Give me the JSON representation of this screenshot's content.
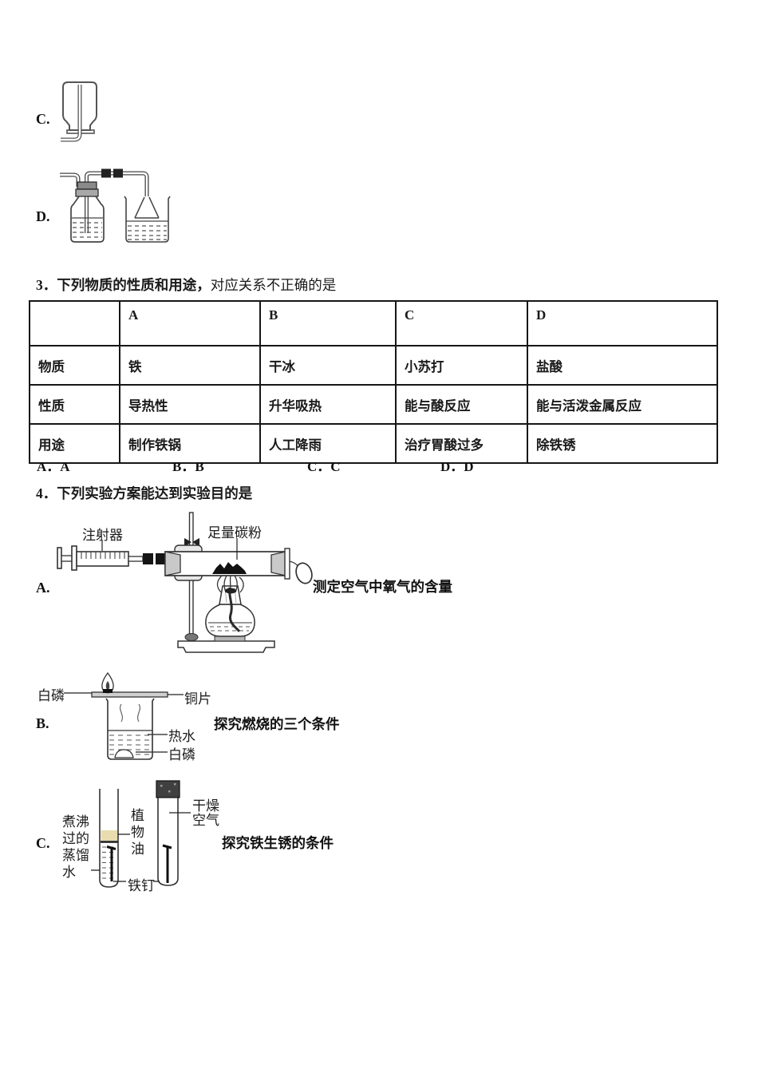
{
  "q2": {
    "option_c_label": "C.",
    "option_d_label": "D."
  },
  "q3": {
    "number": "3．",
    "title_bold": "下列物质的性质和用途，",
    "title_regular": "对应关系不正确的是",
    "table": {
      "headers": [
        "",
        "A",
        "B",
        "C",
        "D"
      ],
      "rows": [
        [
          "物质",
          "铁",
          "干冰",
          "小苏打",
          "盐酸"
        ],
        [
          "性质",
          "导热性",
          "升华吸热",
          "能与酸反应",
          "能与活泼金属反应"
        ],
        [
          "用途",
          "制作铁锅",
          "人工降雨",
          "治疗胃酸过多",
          "除铁锈"
        ]
      ]
    },
    "options": [
      "A．A",
      "B．B",
      "C．C",
      "D．D"
    ]
  },
  "q4": {
    "number": "4．",
    "title": "下列实验方案能达到实验目的是",
    "option_a": {
      "label": "A.",
      "syringe_label": "注射器",
      "carbon_label": "足量碳粉",
      "caption": "测定空气中氧气的含量"
    },
    "option_b": {
      "label": "B.",
      "white_phosphorus_top_label": "白磷",
      "copper_sheet_label": "铜片",
      "hot_water_label": "热水",
      "white_phosphorus_bottom_label": "白磷",
      "caption": "探究燃烧的三个条件"
    },
    "option_c": {
      "label": "C.",
      "boiled_distilled_water_label": "煮沸过的蒸馏水",
      "vegetable_oil_label": "植物油",
      "dry_air_label": "干燥空气",
      "iron_nail_label": "铁钉",
      "caption": "探究铁生锈的条件"
    }
  },
  "colors": {
    "oil_layer": "#e9dcae",
    "ink": "#1a1a1a"
  }
}
